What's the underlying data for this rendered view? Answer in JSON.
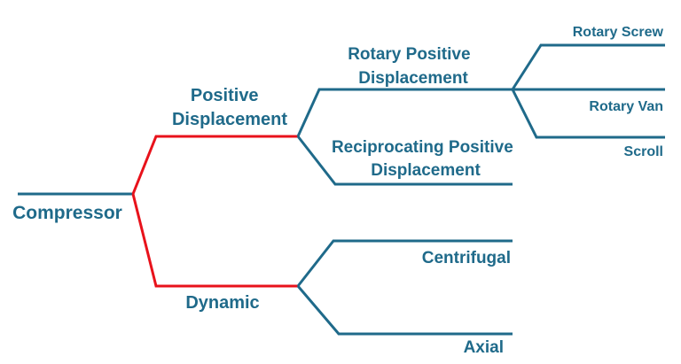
{
  "colors": {
    "branch": "#1f6a8a",
    "highlight": "#e8121b",
    "text": "#1f6a8a",
    "background": "#ffffff"
  },
  "nodes": {
    "root": {
      "label": "Compressor"
    },
    "positive_displacement": {
      "label_lines": [
        "Positive",
        "Displacement"
      ]
    },
    "dynamic": {
      "label": "Dynamic"
    },
    "rotary_positive_displacement": {
      "label_lines": [
        "Rotary Positive",
        "Displacement"
      ]
    },
    "reciprocating_positive_displacement": {
      "label_lines": [
        "Reciprocating Positive",
        "Displacement"
      ]
    },
    "centrifugal": {
      "label": "Centrifugal"
    },
    "axial": {
      "label": "Axial"
    },
    "rotary_screw": {
      "label": "Rotary Screw"
    },
    "rotary_vane": {
      "label": "Rotary Van"
    },
    "scroll": {
      "label": "Scroll"
    }
  }
}
